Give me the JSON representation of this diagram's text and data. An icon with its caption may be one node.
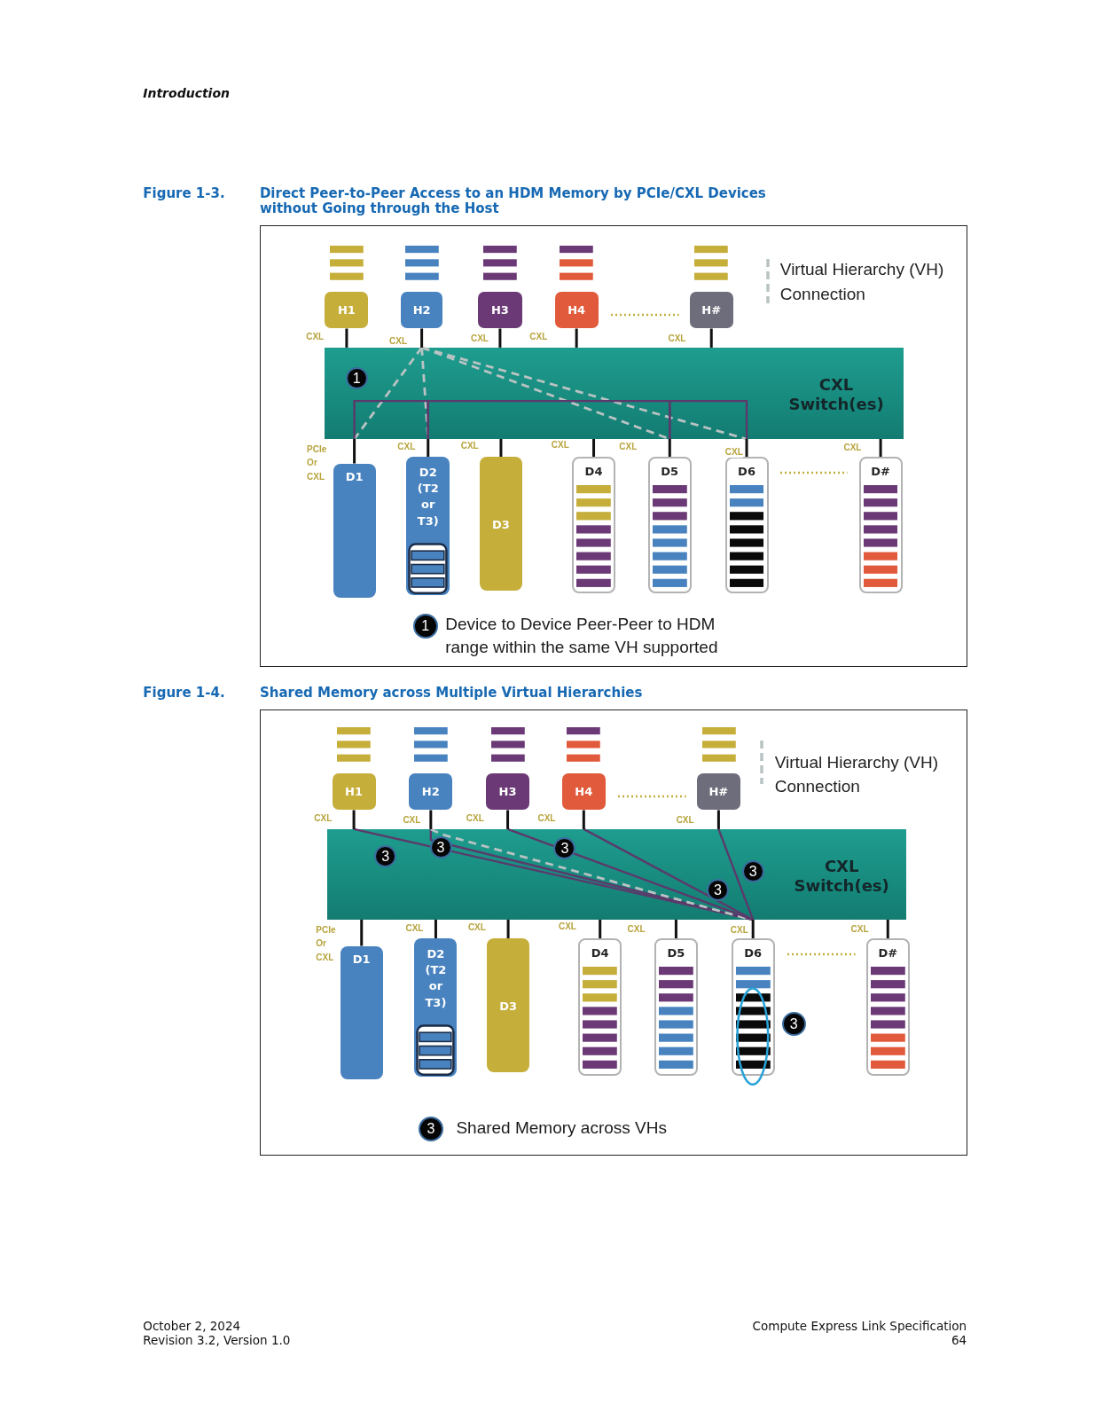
{
  "diagram": {
    "nodes": [
      {
        "text": [
          "H1"
        ]
      },
      {
        "text": [
          "H2"
        ]
      },
      {
        "text": [
          "H3"
        ]
      },
      {
        "text": [
          "H4"
        ]
      },
      {
        "text": [
          "H#"
        ]
      },
      {
        "text": [
          "CXL Switch(es)"
        ]
      },
      {
        "text": [
          "D1"
        ]
      },
      {
        "text": [
          "D2 (T2 or T3)"
        ]
      },
      {
        "text": [
          "D3"
        ]
      },
      {
        "text": [
          "D4"
        ]
      },
      {
        "text": [
          "D5"
        ]
      },
      {
        "text": [
          "D6"
        ]
      },
      {
        "text": [
          "D#"
        ]
      },
      {
        "text": [
          "H1"
        ]
      },
      {
        "text": [
          "H2"
        ]
      },
      {
        "text": [
          "H3"
        ]
      },
      {
        "text": [
          "H4"
        ]
      },
      {
        "text": [
          "H#"
        ]
      },
      {
        "text": [
          "CXL Switch(es)"
        ]
      },
      {
        "text": [
          "D1"
        ]
      },
      {
        "text": [
          "D2 (T2 or T3)"
        ]
      },
      {
        "text": [
          "D3"
        ]
      },
      {
        "text": [
          "D4"
        ]
      },
      {
        "text": [
          "D5"
        ]
      },
      {
        "text": [
          "D6"
        ]
      },
      {
        "text": [
          "D#"
        ]
      }
    ],
    "edges": [
      {
        "from": 0,
        "to": 5,
        "arrow": "none",
        "label": "CXL"
      },
      {
        "from": 1,
        "to": 5,
        "arrow": "none",
        "label": "CXL"
      },
      {
        "from": 2,
        "to": 5,
        "arrow": "none",
        "label": "CXL"
      },
      {
        "from": 3,
        "to": 5,
        "arrow": "none",
        "label": "CXL"
      },
      {
        "from": 4,
        "to": 5,
        "arrow": "none",
        "label": "CXL"
      },
      {
        "from": 5,
        "to": 6,
        "arrow": "none",
        "label": "PCIe Or CXL"
      },
      {
        "from": 5,
        "to": 7,
        "arrow": "none",
        "label": "CXL"
      },
      {
        "from": 5,
        "to": 8,
        "arrow": "none",
        "label": "CXL"
      },
      {
        "from": 5,
        "to": 9,
        "arrow": "none",
        "label": "CXL"
      },
      {
        "from": 5,
        "to": 10,
        "arrow": "none",
        "label": "CXL"
      },
      {
        "from": 5,
        "to": 11,
        "arrow": "none",
        "label": "CXL"
      },
      {
        "from": 5,
        "to": 12,
        "arrow": "none",
        "label": "CXL"
      },
      {
        "from": 1,
        "to": 6,
        "arrow": "none",
        "style": "dashed",
        "color": "#b9c3c3"
      },
      {
        "from": 1,
        "to": 7,
        "arrow": "none",
        "style": "dashed",
        "color": "#b9c3c3"
      },
      {
        "from": 1,
        "to": 10,
        "arrow": "none",
        "style": "dashed",
        "color": "#b9c3c3"
      },
      {
        "from": 1,
        "to": 11,
        "arrow": "none",
        "style": "dashed",
        "color": "#b9c3c3"
      },
      {
        "from": 6,
        "to": 7,
        "arrow": "none",
        "color": "#5b3a6b"
      },
      {
        "from": 7,
        "to": 10,
        "arrow": "none",
        "color": "#5b3a6b"
      },
      {
        "from": 10,
        "to": 11,
        "arrow": "none",
        "color": "#5b3a6b"
      },
      {
        "from": 13,
        "to": 18,
        "arrow": "none",
        "label": "CXL"
      },
      {
        "from": 14,
        "to": 18,
        "arrow": "none",
        "label": "CXL"
      },
      {
        "from": 15,
        "to": 18,
        "arrow": "none",
        "label": "CXL"
      },
      {
        "from": 16,
        "to": 18,
        "arrow": "none",
        "label": "CXL"
      },
      {
        "from": 17,
        "to": 18,
        "arrow": "none",
        "label": "CXL"
      },
      {
        "from": 18,
        "to": 19,
        "arrow": "none",
        "label": "PCIe Or CXL"
      },
      {
        "from": 18,
        "to": 20,
        "arrow": "none",
        "label": "CXL"
      },
      {
        "from": 18,
        "to": 21,
        "arrow": "none",
        "label": "CXL"
      },
      {
        "from": 18,
        "to": 22,
        "arrow": "none",
        "label": "CXL"
      },
      {
        "from": 18,
        "to": 23,
        "arrow": "none",
        "label": "CXL"
      },
      {
        "from": 18,
        "to": 24,
        "arrow": "none",
        "label": "CXL"
      },
      {
        "from": 18,
        "to": 25,
        "arrow": "none",
        "label": "CXL"
      },
      {
        "from": 13,
        "to": 24,
        "arrow": "none",
        "color": "#5b3a6b"
      },
      {
        "from": 14,
        "to": 24,
        "arrow": "none",
        "color": "#5b3a6b"
      },
      {
        "from": 14,
        "to": 24,
        "arrow": "none",
        "style": "dashed",
        "color": "#b9c3c3"
      },
      {
        "from": 15,
        "to": 24,
        "arrow": "none",
        "color": "#5b3a6b"
      },
      {
        "from": 16,
        "to": 24,
        "arrow": "none",
        "color": "#5b3a6b"
      },
      {
        "from": 17,
        "to": 24,
        "arrow": "none",
        "color": "#5b3a6b"
      }
    ],
    "labels": [
      "Introduction",
      "Figure 1-3.",
      "Direct Peer-to-Peer Access to an HDM Memory by PCIe/CXL Devices without Going through the Host",
      "1",
      "1",
      "Device to Device Peer-Peer to HDM range within the same VH supported",
      "Figure 1-4.",
      "Shared Memory across Multiple Virtual Hierarchies",
      "3",
      "3",
      "3",
      "3",
      "3",
      "3",
      "3",
      "Shared Memory across VHs",
      "October 2, 2024",
      "Revision 3.2, Version 1.0",
      "Compute Express Link Specification",
      "64"
    ],
    "legend": [
      {
        "text": "Virtual Hierarchy (VH) Connection"
      },
      {
        "text": "Virtual Hierarchy (VH) Connection"
      }
    ]
  }
}
